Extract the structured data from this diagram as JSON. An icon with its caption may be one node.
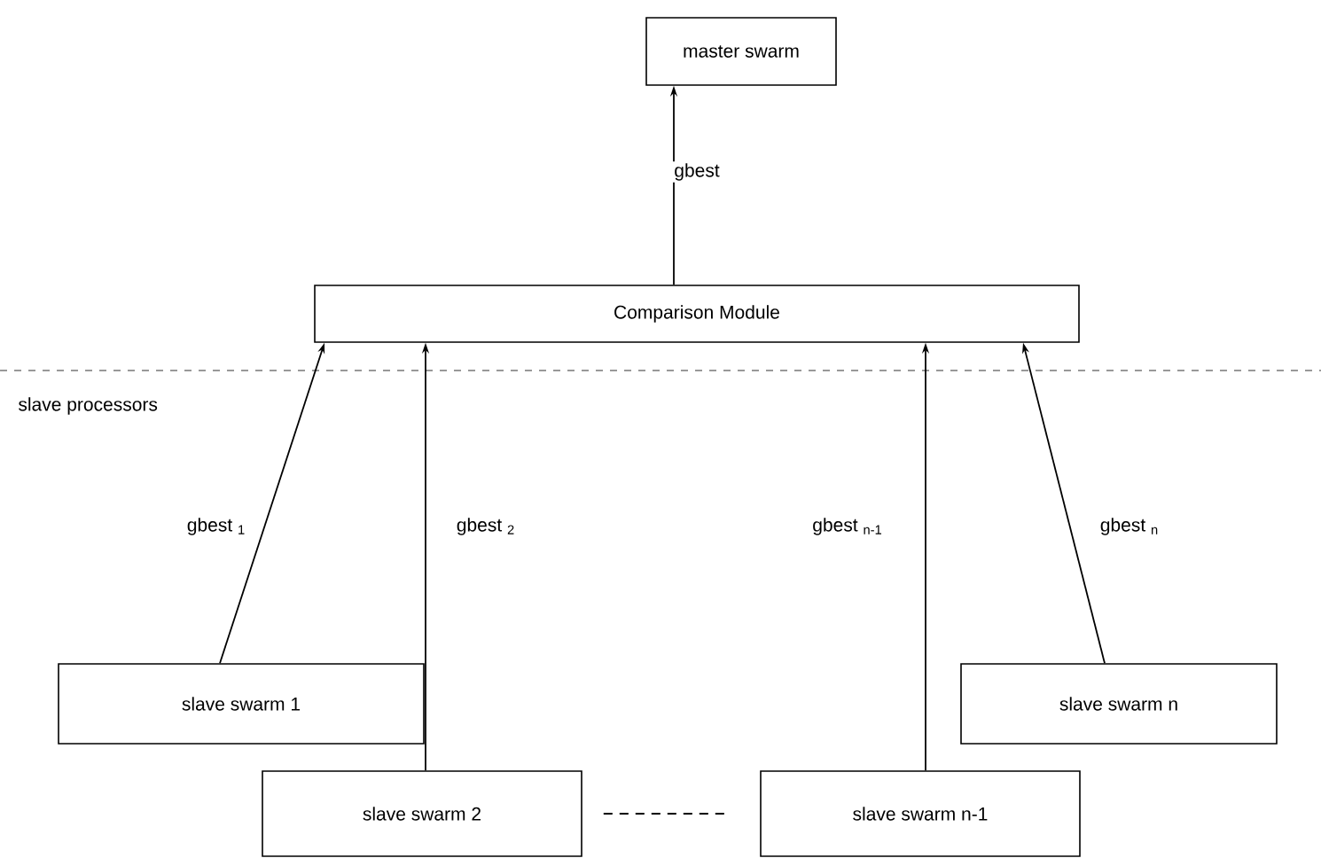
{
  "diagram": {
    "nodes": [
      {
        "text": [
          "master swarm"
        ]
      },
      {
        "text": [
          "Comparison Module"
        ]
      },
      {
        "text": [
          "slave swarm 1"
        ]
      },
      {
        "text": [
          "slave swarm 2"
        ]
      },
      {
        "text": [
          "slave swarm n-1"
        ]
      },
      {
        "text": [
          "slave swarm n"
        ]
      }
    ],
    "edges": [
      {
        "from": 1,
        "to": 0,
        "arrow": "to",
        "label": "gbest"
      },
      {
        "from": 2,
        "to": 1,
        "arrow": "to",
        "label": "gbest $_{1}$"
      },
      {
        "from": 3,
        "to": 1,
        "arrow": "to",
        "label": "gbest $_{2}$"
      },
      {
        "from": 4,
        "to": 1,
        "arrow": "to",
        "label": "gbest $_{n-1}$"
      },
      {
        "from": 5,
        "to": 1,
        "arrow": "to",
        "label": "gbest $_{n}$"
      },
      {
        "from": 3,
        "to": 4,
        "arrow": "none",
        "style": "dashed"
      }
    ],
    "labels": [
      "slave processors"
    ]
  }
}
